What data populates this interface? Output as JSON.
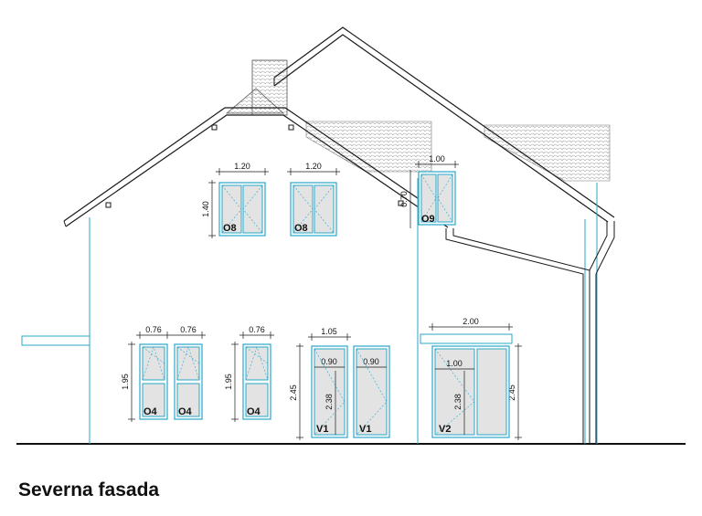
{
  "caption": "Severna fasada",
  "windows": [
    {
      "tag": "O8",
      "width": "1.20",
      "height": "1.40"
    },
    {
      "tag": "O8",
      "width": "1.20"
    },
    {
      "tag": "O9",
      "width": "1.00",
      "height": "0.70"
    },
    {
      "tag": "O4",
      "width": "0.76",
      "height": "1.95"
    },
    {
      "tag": "O4",
      "width": "0.76"
    },
    {
      "tag": "O4",
      "width": "0.76",
      "height": "1.95"
    }
  ],
  "doors": [
    {
      "tag": "V1",
      "width": "0.90",
      "height": "2.38",
      "opening_width": "1.05",
      "total_height": "2.45"
    },
    {
      "tag": "V1",
      "width": "0.90"
    },
    {
      "tag": "V2",
      "width": "1.00",
      "height": "2.38",
      "opening_width": "2.00",
      "total_height": "2.45"
    }
  ]
}
